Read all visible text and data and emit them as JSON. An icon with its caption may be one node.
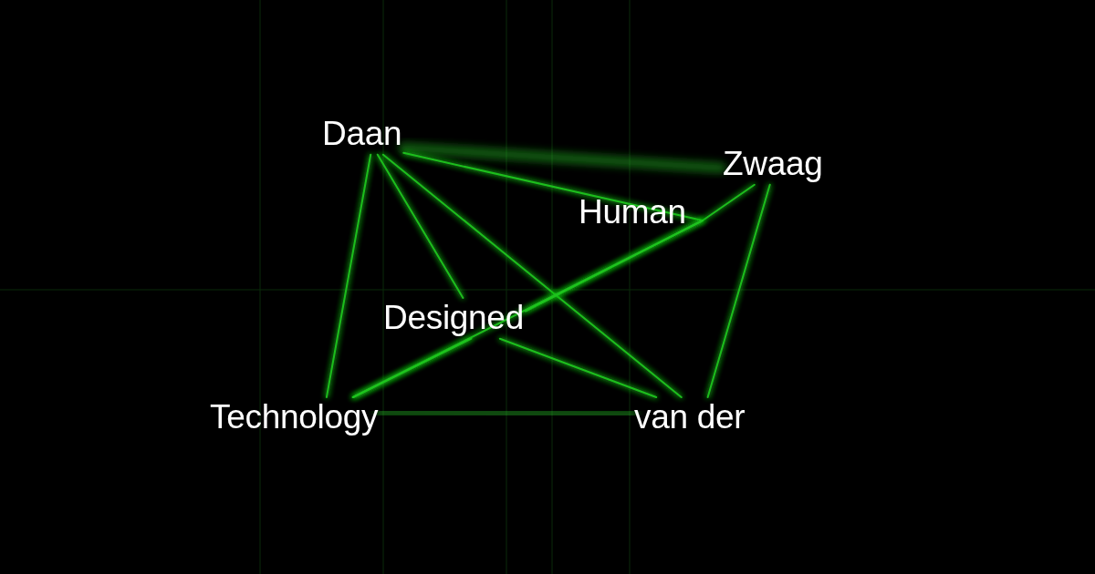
{
  "diagram": {
    "nodes": [
      {
        "text": [
          "Daan"
        ]
      },
      {
        "text": [
          "Zwaag"
        ]
      },
      {
        "text": [
          "Human"
        ]
      },
      {
        "text": [
          "Designed"
        ]
      },
      {
        "text": [
          "Technology"
        ]
      },
      {
        "text": [
          "van der"
        ]
      }
    ],
    "edges": [
      {
        "from": 0,
        "to": 1,
        "arrow": "none",
        "style": "thick"
      },
      {
        "from": 0,
        "to": 2,
        "arrow": "none"
      },
      {
        "from": 0,
        "to": 4,
        "arrow": "none"
      },
      {
        "from": 0,
        "to": 3,
        "arrow": "none"
      },
      {
        "from": 0,
        "to": 5,
        "arrow": "none"
      },
      {
        "from": 2,
        "to": 1,
        "arrow": "none"
      },
      {
        "from": 2,
        "to": 3,
        "arrow": "none"
      },
      {
        "from": 2,
        "to": 4,
        "arrow": "none"
      },
      {
        "from": 2,
        "to": 5,
        "arrow": "none"
      },
      {
        "from": 1,
        "to": 5,
        "arrow": "none"
      },
      {
        "from": 4,
        "to": 3,
        "arrow": "none"
      },
      {
        "from": 3,
        "to": 5,
        "arrow": "none"
      },
      {
        "from": 4,
        "to": 5,
        "arrow": "none",
        "style": "thick"
      }
    ]
  }
}
